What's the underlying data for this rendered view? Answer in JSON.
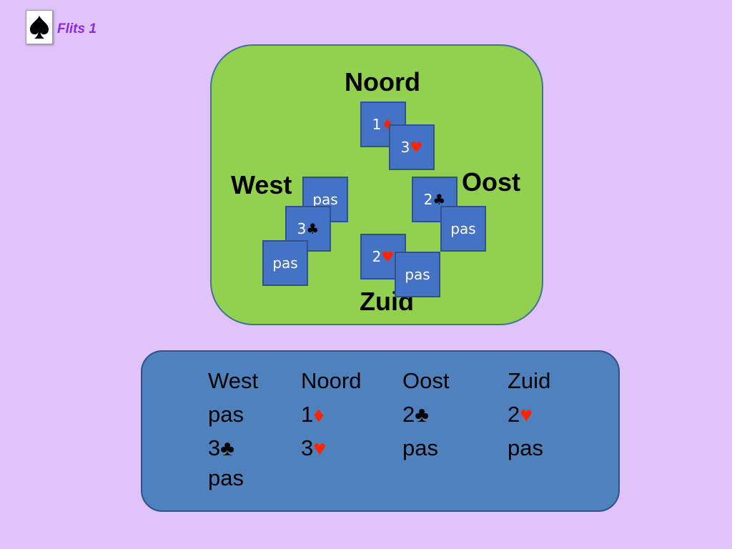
{
  "header": {
    "title": "Flits 1",
    "logo_icon": "spade-logo-icon"
  },
  "colors": {
    "background": "#dfc3f9",
    "table": "#92d050",
    "panel": "#4f81bd",
    "card": "#4472c4",
    "title": "#8a2be2",
    "red_suit": "#ff2400"
  },
  "table": {
    "seats": {
      "north": "Noord",
      "east": "Oost",
      "south": "Zuid",
      "west": "West"
    },
    "cards": [
      {
        "id": "noord-1",
        "value": "1",
        "suit": "♦",
        "suit_color": "red"
      },
      {
        "id": "noord-2",
        "value": "3",
        "suit": "♥",
        "suit_color": "red"
      },
      {
        "id": "oost-1",
        "value": "2",
        "suit": "♣",
        "suit_color": "black"
      },
      {
        "id": "oost-2",
        "value": "pas",
        "suit": "",
        "suit_color": ""
      },
      {
        "id": "zuid-1",
        "value": "2",
        "suit": "♥",
        "suit_color": "red"
      },
      {
        "id": "zuid-2",
        "value": "pas",
        "suit": "",
        "suit_color": ""
      },
      {
        "id": "west-1",
        "value": "pas",
        "suit": "",
        "suit_color": ""
      },
      {
        "id": "west-2",
        "value": "3",
        "suit": "♣",
        "suit_color": "black"
      },
      {
        "id": "west-3",
        "value": "pas",
        "suit": "",
        "suit_color": ""
      }
    ]
  },
  "bidding": {
    "columns": [
      {
        "header": "West",
        "bids": [
          {
            "value": "pas",
            "suit": "",
            "suit_color": ""
          },
          {
            "value": "3",
            "suit": "♣",
            "suit_color": "black"
          },
          {
            "value": "pas",
            "suit": "",
            "suit_color": ""
          }
        ]
      },
      {
        "header": "Noord",
        "bids": [
          {
            "value": "1",
            "suit": "♦",
            "suit_color": "red"
          },
          {
            "value": "3",
            "suit": "♥",
            "suit_color": "red"
          }
        ]
      },
      {
        "header": "Oost",
        "bids": [
          {
            "value": "2",
            "suit": "♣",
            "suit_color": "black"
          },
          {
            "value": "pas",
            "suit": "",
            "suit_color": ""
          }
        ]
      },
      {
        "header": "Zuid",
        "bids": [
          {
            "value": "2",
            "suit": "♥",
            "suit_color": "red"
          },
          {
            "value": "pas",
            "suit": "",
            "suit_color": ""
          }
        ]
      }
    ]
  }
}
